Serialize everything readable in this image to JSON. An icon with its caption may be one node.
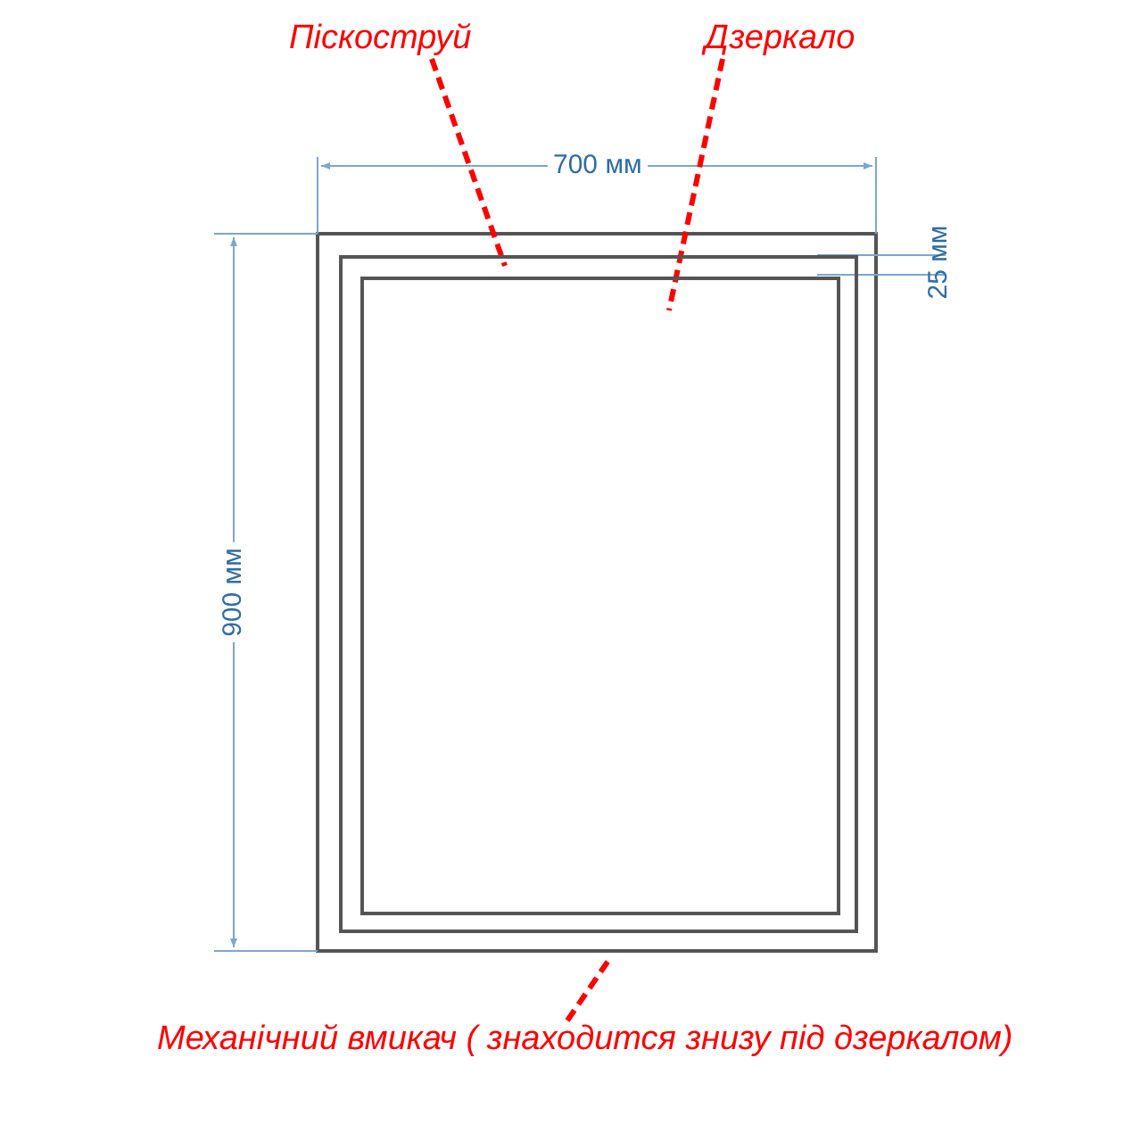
{
  "diagram": {
    "nodes": [
      {
        "text": [
          "Піскоструй"
        ]
      },
      {
        "text": [
          "Дзеркало"
        ]
      },
      {
        "text": [
          "Механічний вмикач ( знаходится знизу під дзеркалом)"
        ]
      },
      {
        "text": [],
        "shape": "box"
      },
      {
        "text": [],
        "shape": "box",
        "in": 3
      }
    ],
    "edges": [
      {
        "from": 0,
        "to": 3,
        "arrow": "none",
        "style": "dashed",
        "color": "#ff0000"
      },
      {
        "from": 1,
        "to": 4,
        "arrow": "none",
        "style": "dashed",
        "color": "#ff0000"
      },
      {
        "from": 2,
        "to": null,
        "arrow": "none",
        "style": "dashed",
        "color": "#ff0000"
      }
    ],
    "labels": [
      "700 мм",
      "900 мм",
      "25 мм"
    ]
  }
}
